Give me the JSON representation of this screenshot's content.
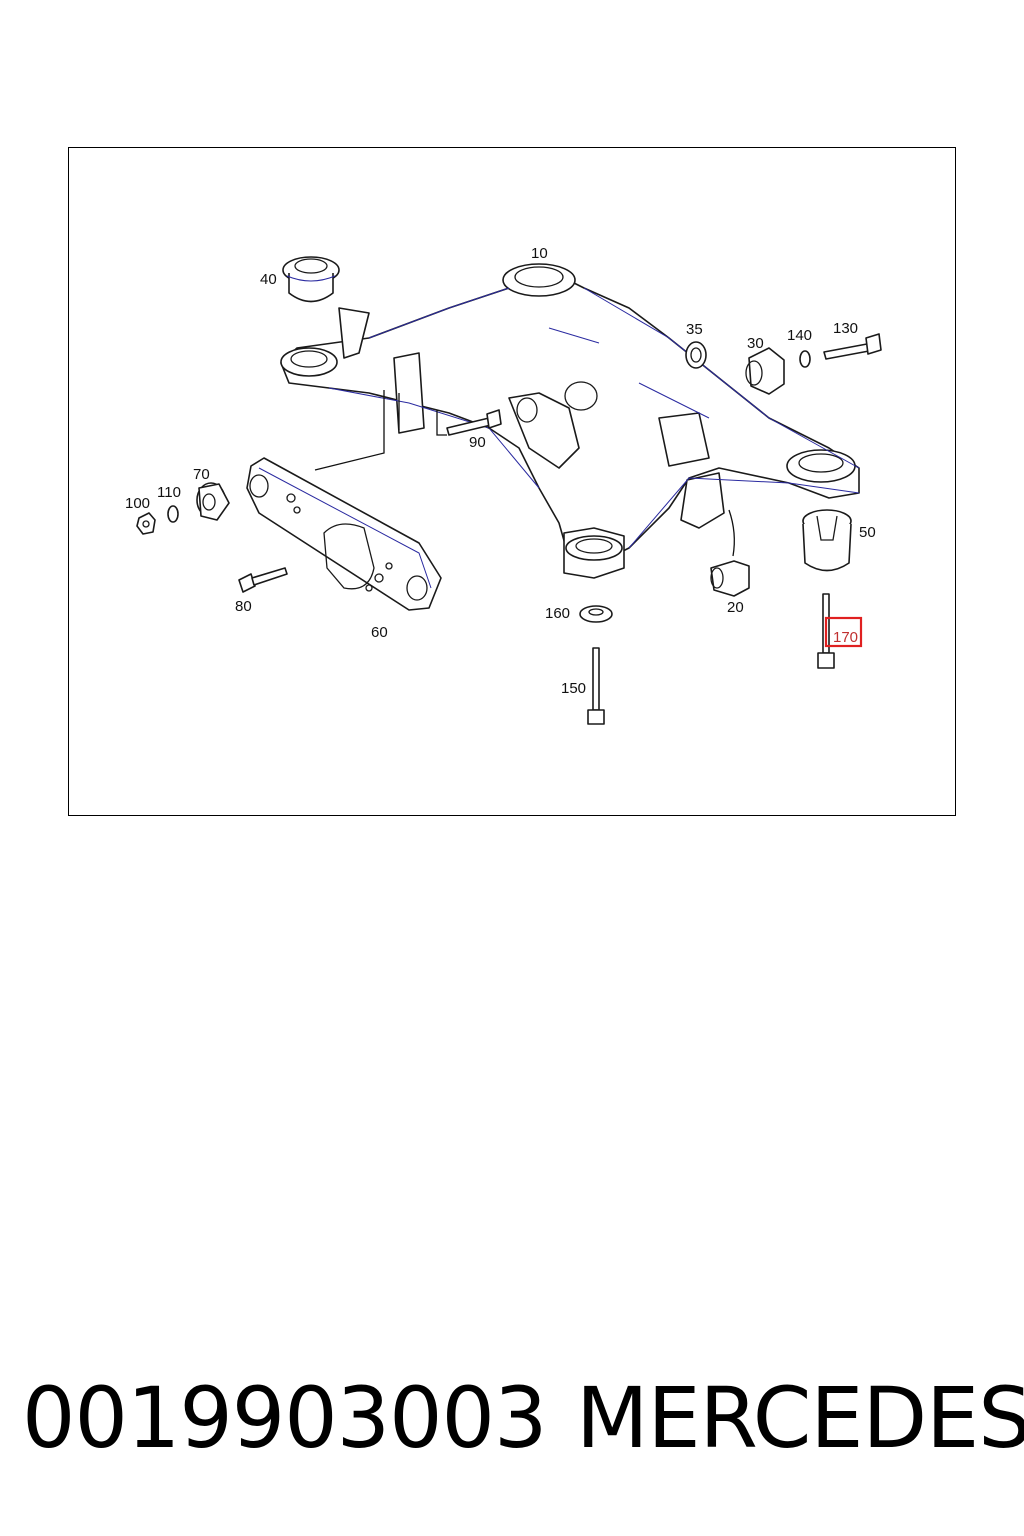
{
  "diagram": {
    "callouts": {
      "c10": "10",
      "c20": "20",
      "c30": "30",
      "c35": "35",
      "c40": "40",
      "c50": "50",
      "c60": "60",
      "c70": "70",
      "c80": "80",
      "c90": "90",
      "c100": "100",
      "c110": "110",
      "c130": "130",
      "c140": "140",
      "c150": "150",
      "c160": "160",
      "c170": "170"
    },
    "highlighted_callout": "170",
    "highlight_color": "#e02020"
  },
  "caption": {
    "part_number": "0019903003",
    "brand": "MERCEDES"
  }
}
